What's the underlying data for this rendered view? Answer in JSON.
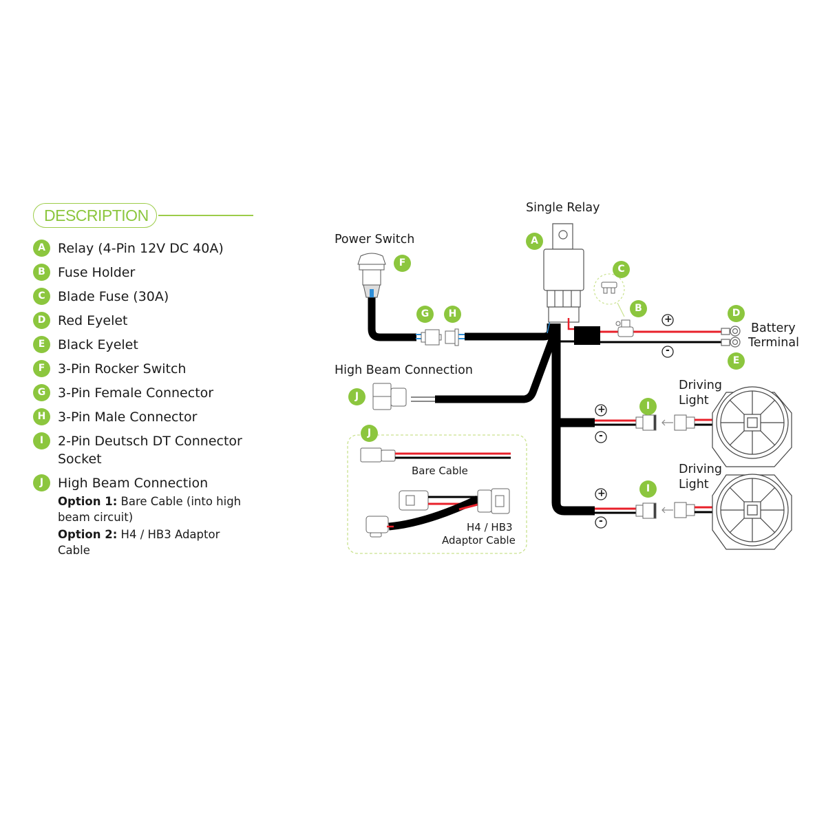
{
  "description": {
    "title": "DESCRIPTION",
    "items": [
      {
        "letter": "A",
        "label": "Relay (4-Pin 12V DC 40A)"
      },
      {
        "letter": "B",
        "label": "Fuse Holder"
      },
      {
        "letter": "C",
        "label": "Blade Fuse (30A)"
      },
      {
        "letter": "D",
        "label": "Red Eyelet"
      },
      {
        "letter": "E",
        "label": "Black Eyelet"
      },
      {
        "letter": "F",
        "label": "3-Pin Rocker Switch"
      },
      {
        "letter": "G",
        "label": "3-Pin Female Connector"
      },
      {
        "letter": "H",
        "label": "3-Pin Male Connector"
      },
      {
        "letter": "I",
        "label": "2-Pin Deutsch DT Connector",
        "label_line2": "Socket"
      },
      {
        "letter": "J",
        "label": "High Beam Connection",
        "options": [
          {
            "prefix": "Option 1:",
            "text": " Bare Cable (into high",
            "text_line2": "beam circuit)"
          },
          {
            "prefix": "Option 2:",
            "text": " H4 / HB3 Adaptor",
            "text_line2": "Cable"
          }
        ]
      }
    ]
  },
  "diagram": {
    "single_relay_label": "Single Relay",
    "power_switch_label": "Power Switch",
    "high_beam_label": "High Beam Connection",
    "battery_label_line1": "Battery",
    "battery_label_line2": "Terminal",
    "driving_light_line1": "Driving",
    "driving_light_line2": "Light",
    "bare_cable_label": "Bare Cable",
    "adaptor_label_line1": "H4 / HB3",
    "adaptor_label_line2": "Adaptor Cable",
    "plus_symbol": "+",
    "minus_symbol": "-",
    "badges": {
      "A": "A",
      "B": "B",
      "C": "C",
      "D": "D",
      "E": "E",
      "F": "F",
      "G": "G",
      "H": "H",
      "I": "I",
      "J": "J"
    }
  },
  "colors": {
    "accent_green": "#8cc63e",
    "wire_red": "#e8202a",
    "wire_black": "#000000",
    "wire_blue": "#2f8fd8"
  }
}
